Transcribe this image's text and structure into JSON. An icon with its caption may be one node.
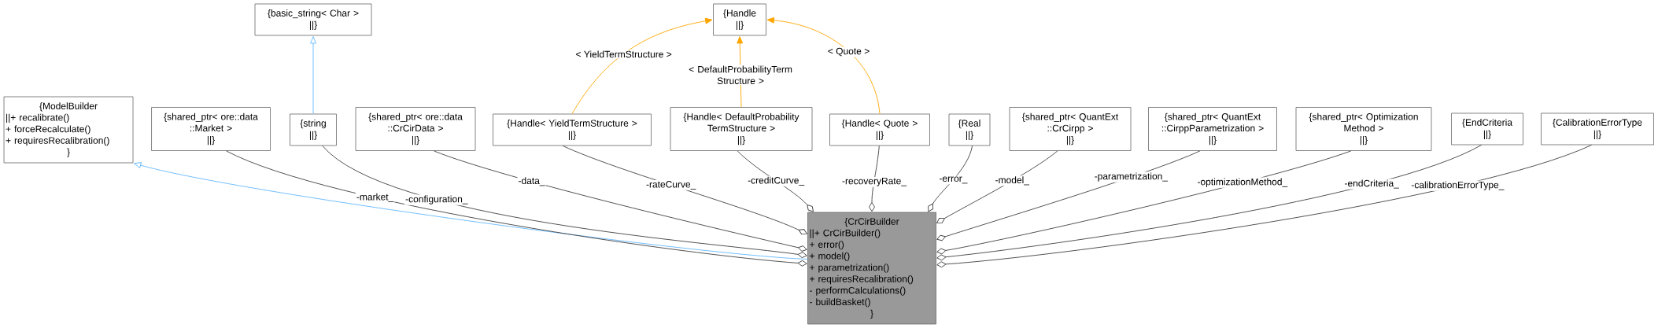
{
  "diagram": {
    "nodes": [
      {
        "text": [
          "{basic_string< Char >",
          "||}"
        ]
      },
      {
        "text": [
          "{Handle",
          "||}"
        ]
      },
      {
        "text": [
          "{ModelBuilder",
          "||+ recalibrate()",
          "+ forceRecalculate()",
          "+ requiresRecalibration()",
          "}"
        ]
      },
      {
        "text": [
          "{shared_ptr< ore::data ::Market >",
          "||}"
        ]
      },
      {
        "text": [
          "{string",
          "||}"
        ]
      },
      {
        "text": [
          "{shared_ptr< ore::data ::CrCirData >",
          "||}"
        ]
      },
      {
        "text": [
          "{Handle< YieldTermStructure >",
          "||}"
        ]
      },
      {
        "text": [
          "{Handle< DefaultProbability TermStructure >",
          "||}"
        ]
      },
      {
        "text": [
          "{Handle< Quote >",
          "||}"
        ]
      },
      {
        "text": [
          "{Real",
          "||}"
        ]
      },
      {
        "text": [
          "{shared_ptr< QuantExt ::CrCirpp >",
          "||}"
        ]
      },
      {
        "text": [
          "{shared_ptr< QuantExt ::CirppParametrization >",
          "||}"
        ]
      },
      {
        "text": [
          "{shared_ptr< Optimization Method >",
          "||}"
        ]
      },
      {
        "text": [
          "{EndCriteria",
          "||}"
        ]
      },
      {
        "text": [
          "{CalibrationErrorType",
          "||}"
        ]
      },
      {
        "text": [
          "{CrCirBuilder",
          "||+ CrCirBuilder()",
          "+ error()",
          "+ model()",
          "+ parametrization()",
          "+ requiresRecalibration()",
          "- performCalculations()",
          "- buildBasket()",
          "}"
        ]
      }
    ],
    "edges": [
      {
        "from": 4,
        "to": 0,
        "arrow": "to",
        "color": "#63b8ff"
      },
      {
        "from": 6,
        "to": 1,
        "arrow": "to",
        "label": "< YieldTermStructure >",
        "color": "#ffa500"
      },
      {
        "from": 7,
        "to": 1,
        "arrow": "to",
        "label": "< DefaultProbabilityTerm Structure >",
        "color": "#ffa500"
      },
      {
        "from": 8,
        "to": 1,
        "arrow": "to",
        "label": "< Quote >",
        "color": "#ffa500"
      },
      {
        "from": 15,
        "to": 2,
        "arrow": "to",
        "color": "#63b8ff"
      },
      {
        "from": 3,
        "to": 15,
        "arrow": "other",
        "label": "-market_"
      },
      {
        "from": 4,
        "to": 15,
        "arrow": "other",
        "label": "-configuration_"
      },
      {
        "from": 5,
        "to": 15,
        "arrow": "other",
        "label": "-data_"
      },
      {
        "from": 6,
        "to": 15,
        "arrow": "other",
        "label": "-rateCurve_"
      },
      {
        "from": 7,
        "to": 15,
        "arrow": "other",
        "label": "-creditCurve_"
      },
      {
        "from": 8,
        "to": 15,
        "arrow": "other",
        "label": "-recoveryRate_"
      },
      {
        "from": 9,
        "to": 15,
        "arrow": "other",
        "label": "-error_"
      },
      {
        "from": 10,
        "to": 15,
        "arrow": "other",
        "label": "-model_"
      },
      {
        "from": 11,
        "to": 15,
        "arrow": "other",
        "label": "-parametrization_"
      },
      {
        "from": 12,
        "to": 15,
        "arrow": "other",
        "label": "-optimizationMethod_"
      },
      {
        "from": 13,
        "to": 15,
        "arrow": "other",
        "label": "-endCriteria_"
      },
      {
        "from": 14,
        "to": 15,
        "arrow": "other",
        "label": "-calibrationErrorType_"
      }
    ]
  }
}
